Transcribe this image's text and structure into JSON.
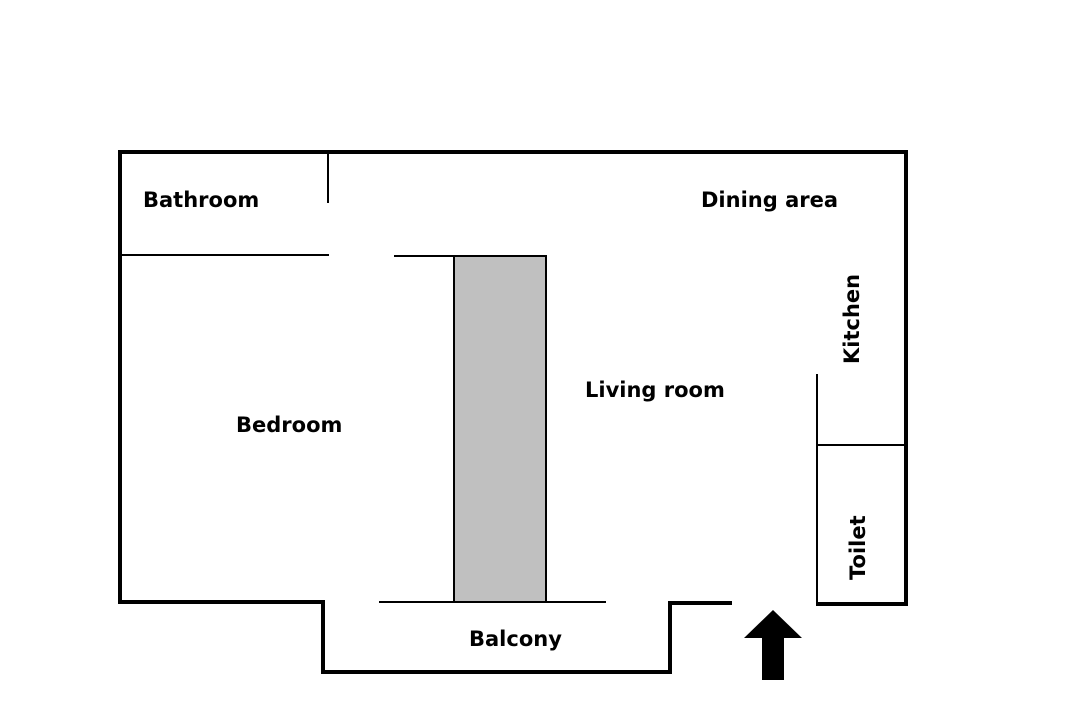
{
  "rooms": {
    "bathroom": "Bathroom",
    "dining_area": "Dining area",
    "bedroom": "Bedroom",
    "living_room": "Living room",
    "kitchen": "Kitchen",
    "toilet": "Toilet",
    "balcony": "Balcony"
  },
  "icons": {
    "entrance": "entrance-arrow-icon"
  },
  "colors": {
    "wall": "#000000",
    "column_fill": "#c0c0c0",
    "background": "#ffffff"
  }
}
